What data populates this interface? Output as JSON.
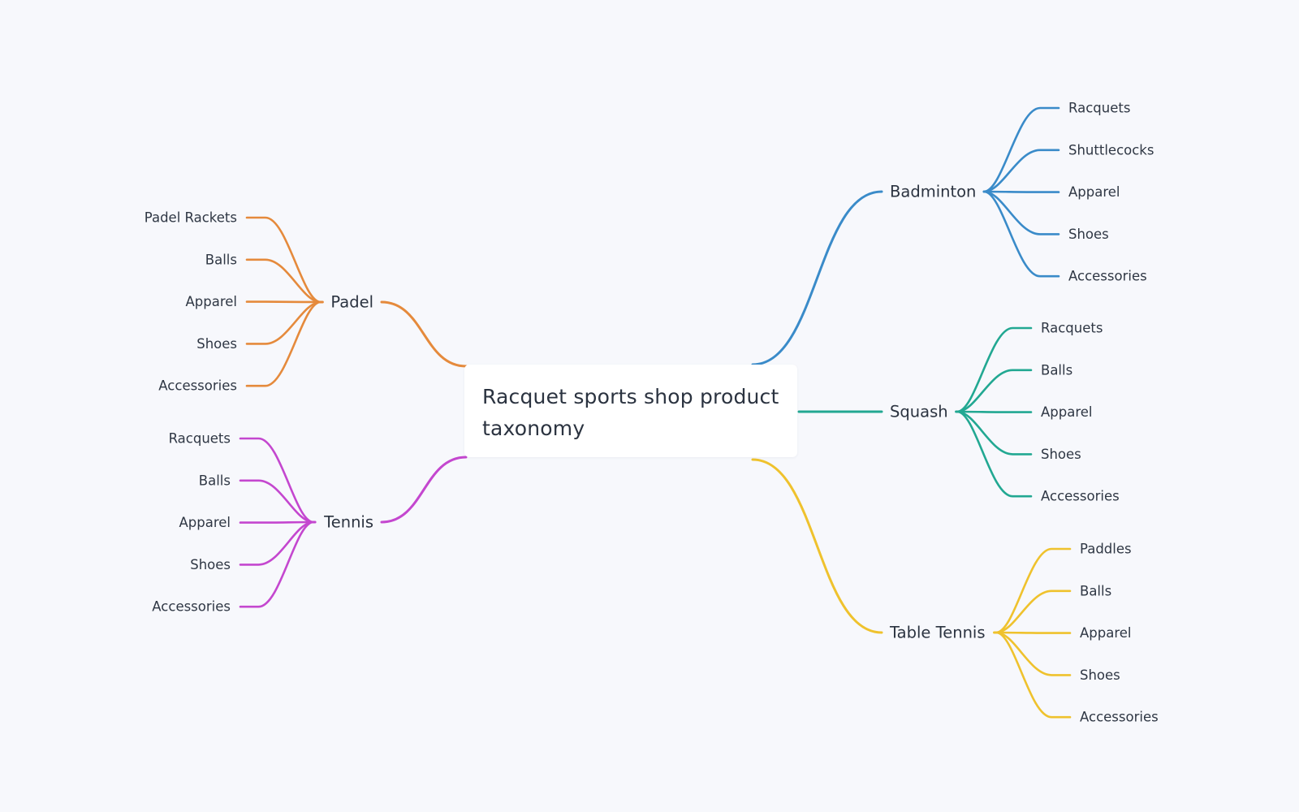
{
  "root": {
    "label": "Racquet sports shop product taxonomy"
  },
  "branches": [
    {
      "key": "badminton",
      "label": "Badminton",
      "side": "right",
      "color": "#3a8bc9",
      "children": [
        "Racquets",
        "Shuttlecocks",
        "Apparel",
        "Shoes",
        "Accessories"
      ]
    },
    {
      "key": "squash",
      "label": "Squash",
      "side": "right",
      "color": "#22a892",
      "children": [
        "Racquets",
        "Balls",
        "Apparel",
        "Shoes",
        "Accessories"
      ]
    },
    {
      "key": "table-tennis",
      "label": "Table Tennis",
      "side": "right",
      "color": "#efc22d",
      "children": [
        "Paddles",
        "Balls",
        "Apparel",
        "Shoes",
        "Accessories"
      ]
    },
    {
      "key": "padel",
      "label": "Padel",
      "side": "left",
      "color": "#e58a3c",
      "children": [
        "Padel Rackets",
        "Balls",
        "Apparel",
        "Shoes",
        "Accessories"
      ]
    },
    {
      "key": "tennis",
      "label": "Tennis",
      "side": "left",
      "color": "#c447cf",
      "children": [
        "Racquets",
        "Balls",
        "Apparel",
        "Shoes",
        "Accessories"
      ]
    }
  ]
}
